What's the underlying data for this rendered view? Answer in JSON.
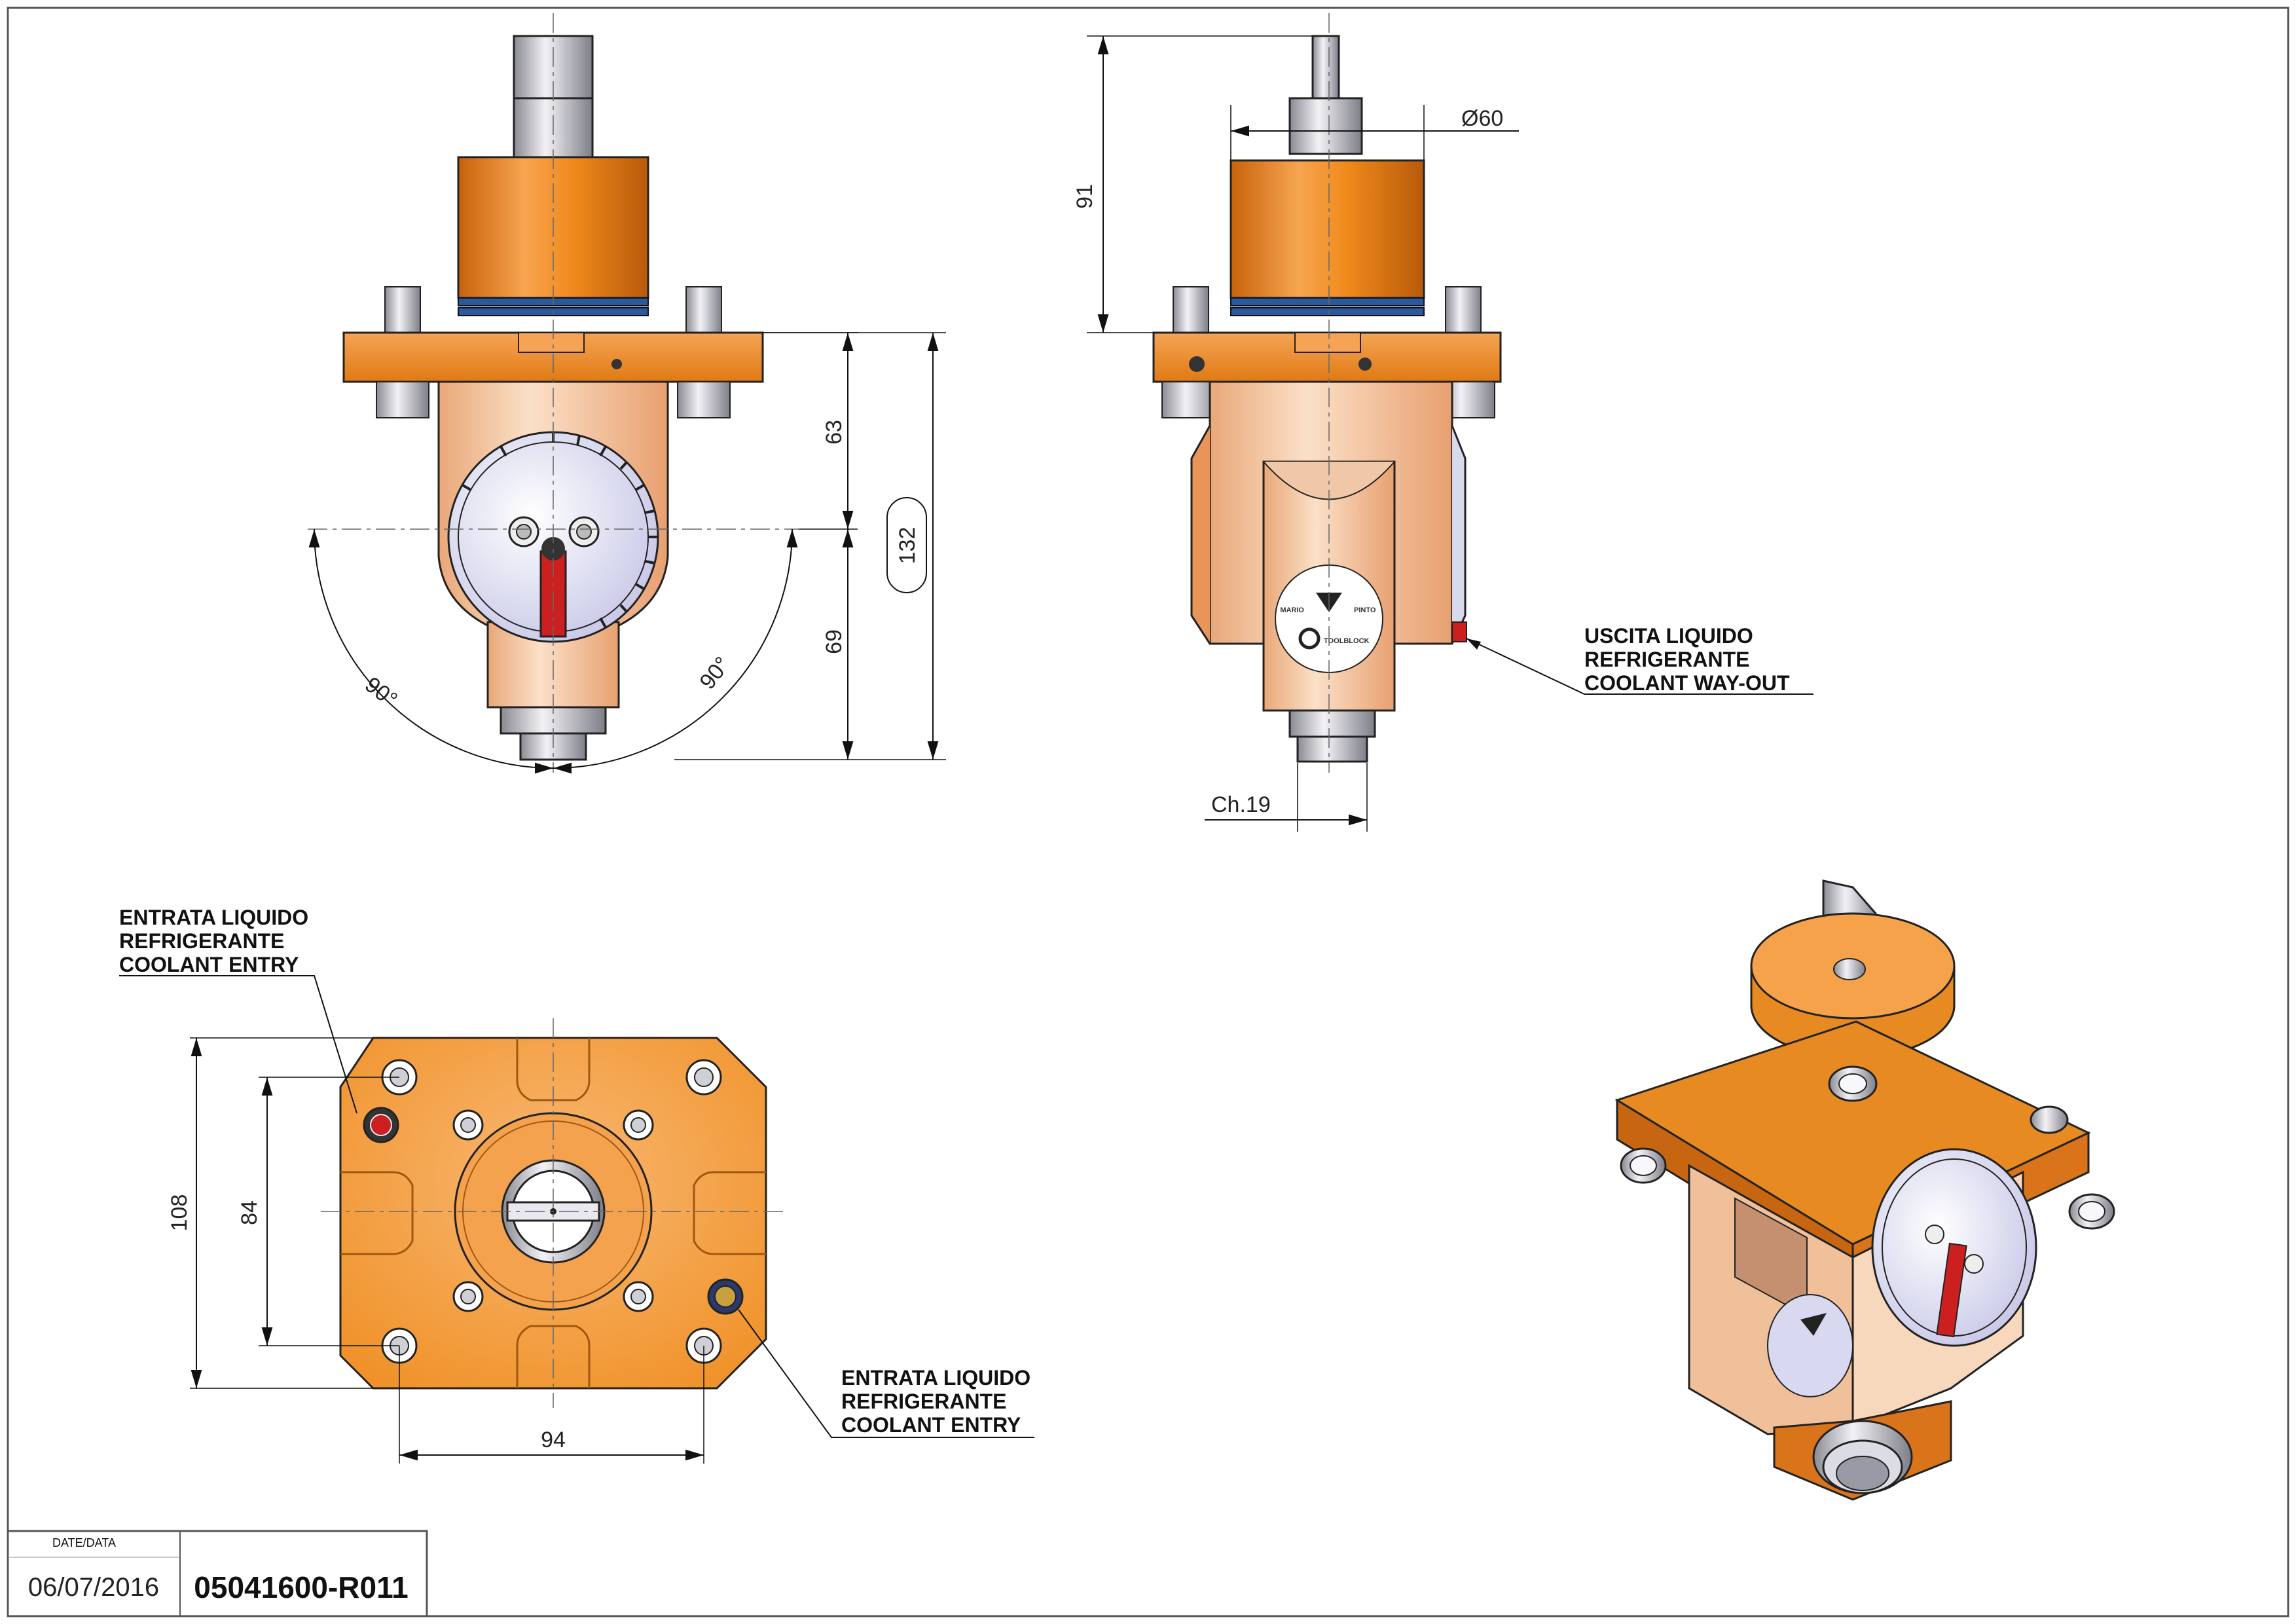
{
  "dimensions": {
    "h63": "63",
    "h69": "69",
    "h132": "132",
    "angle_left": "90°",
    "angle_right": "90°",
    "h91": "91",
    "dia60": "Ø60",
    "ch19": "Ch.19",
    "h108": "108",
    "h84": "84",
    "w94": "94"
  },
  "notes": {
    "outlet": [
      "USCITA LIQUIDO",
      "REFRIGERANTE",
      "COOLANT WAY-OUT"
    ],
    "entry_top": [
      "ENTRATA LIQUIDO",
      "REFRIGERANTE",
      "COOLANT ENTRY"
    ],
    "entry_bottom": [
      "ENTRATA LIQUIDO",
      "REFRIGERANTE",
      "COOLANT ENTRY"
    ]
  },
  "logo": {
    "line1a": "MARIO",
    "line1b": "PINTO",
    "line2": "TOOLBLOCK"
  },
  "title_block": {
    "date_label": "DATE/DATA",
    "date": "06/07/2016",
    "code": "05041600-R011"
  },
  "colors": {
    "orange": "#f08a1c",
    "orange_light": "#f6b066",
    "body_peach": "#f4c8a4",
    "steel": "#c8c8d0",
    "dial": "#d8d8f0",
    "red": "#cc2020",
    "seal_blue": "#2a5a9a"
  }
}
